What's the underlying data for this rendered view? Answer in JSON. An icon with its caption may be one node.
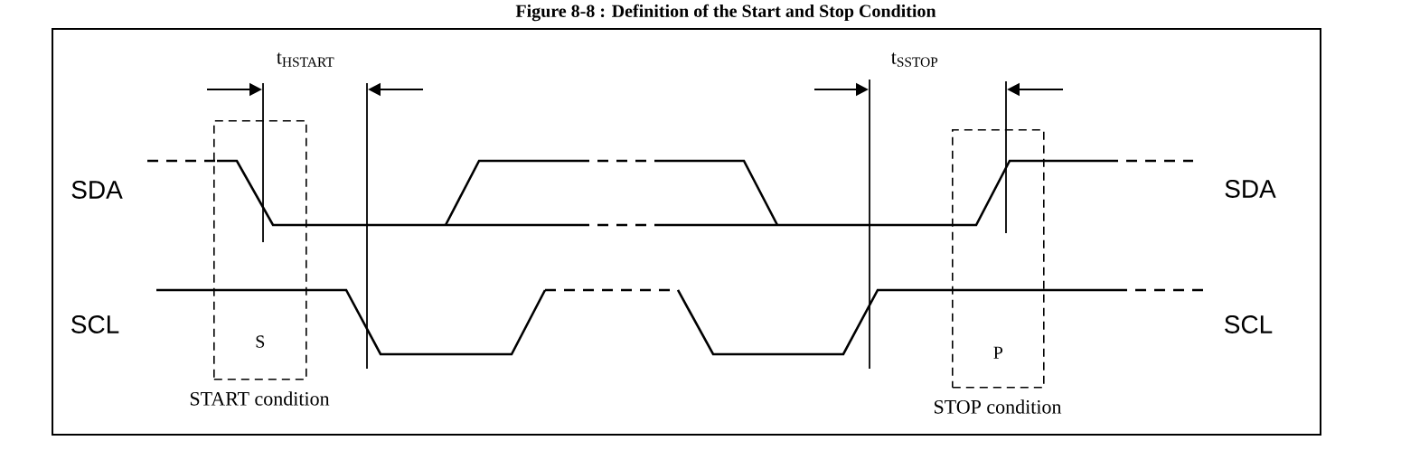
{
  "diagram": {
    "title": "Figure 8-8 : Definition of the Start and Stop Condition",
    "nodes": [
      {
        "text": [
          "S"
        ],
        "beside": [
          "START condition"
        ]
      },
      {
        "text": [
          "P"
        ],
        "beside": [
          "STOP condition"
        ]
      }
    ],
    "labels": [
      "t$_{HSTART}$",
      "t$_{SSTOP}$",
      "SDA",
      "SDA",
      "SCL",
      "SCL"
    ]
  }
}
